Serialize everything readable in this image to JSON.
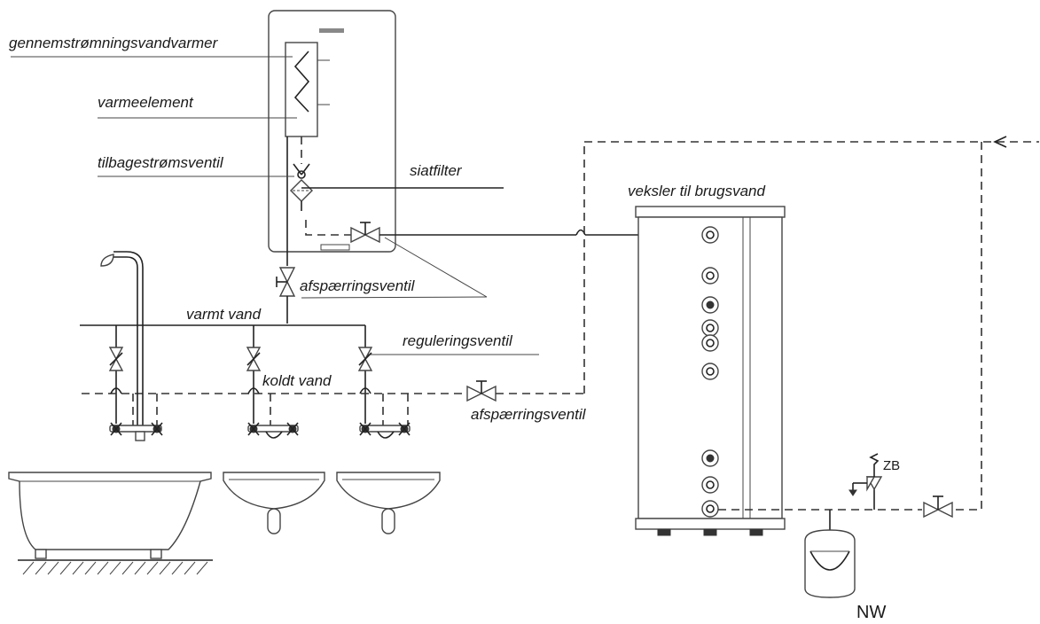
{
  "labels": {
    "heater": "gennemstrømningsvandvarmer",
    "element": "varmeelement",
    "check_valve": "tilbagestrømsventil",
    "filter": "siatfilter",
    "exchanger": "veksler til brugsvand",
    "shutoff_top": "afspærringsventil",
    "hot_water": "varmt vand",
    "regulating_valve": "reguleringsventil",
    "cold_water": "koldt vand",
    "shutoff_bottom": "afspærringsventil",
    "safety_valve": "ZB",
    "expansion_vessel": "NW"
  },
  "icons": {
    "shower": "shower-head-icon",
    "bathtub": "bathtub-icon",
    "sink": "sink-icon",
    "valve": "valve-icon",
    "mixer_tap": "mixer-tap-icon"
  }
}
